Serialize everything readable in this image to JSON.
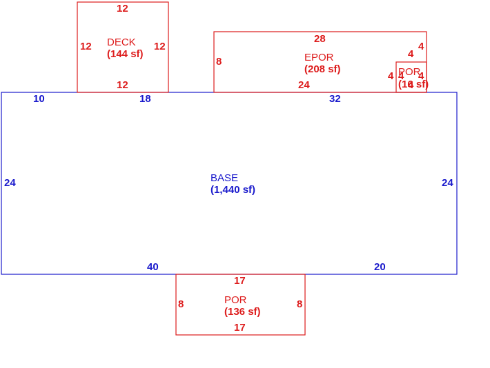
{
  "colors": {
    "base": "#1a1acc",
    "addition": "#dd1c1c",
    "background": "#ffffff"
  },
  "areas": {
    "base": {
      "name": "BASE",
      "area": "(1,440 sf)",
      "dims": {
        "top_left": "10",
        "top_mid": "18",
        "top_right": "32",
        "left": "24",
        "right": "24",
        "bottom_left": "40",
        "bottom_right": "20"
      }
    },
    "deck": {
      "name": "DECK",
      "area": "(144 sf)",
      "dims": {
        "top": "12",
        "left": "12",
        "right": "12",
        "bottom": "12"
      }
    },
    "epor": {
      "name": "EPOR",
      "area": "(208 sf)",
      "dims": {
        "top": "28",
        "left": "8",
        "bottom": "24",
        "right": "4"
      }
    },
    "por_small": {
      "name": "POR",
      "area": "(16 sf)",
      "dims": {
        "top": "4",
        "left": "4",
        "right": "4",
        "bottom": "4",
        "inner_left": "4"
      }
    },
    "por_front": {
      "name": "POR",
      "area": "(136 sf)",
      "dims": {
        "top": "17",
        "left": "8",
        "right": "8",
        "bottom": "17"
      }
    }
  }
}
